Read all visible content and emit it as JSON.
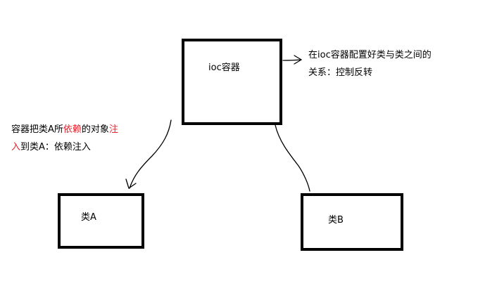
{
  "nodes": {
    "ioc": "ioc容器",
    "class_a": "类A",
    "class_b": "类B"
  },
  "annotations": {
    "ioc_note": {
      "line1": "在ioc容器配置好类与类之间的",
      "line2": "关系：控制反转"
    },
    "di_note": {
      "line1_part1": "容器把类A所",
      "line1_red1": "依赖",
      "line1_part2": "的对象",
      "line1_red2": "注",
      "line2_red": "入",
      "line2_rest": "到类A：依赖注入"
    }
  },
  "colors": {
    "stroke": "#000000",
    "highlight": "#e8202a",
    "background": "#ffffff"
  }
}
